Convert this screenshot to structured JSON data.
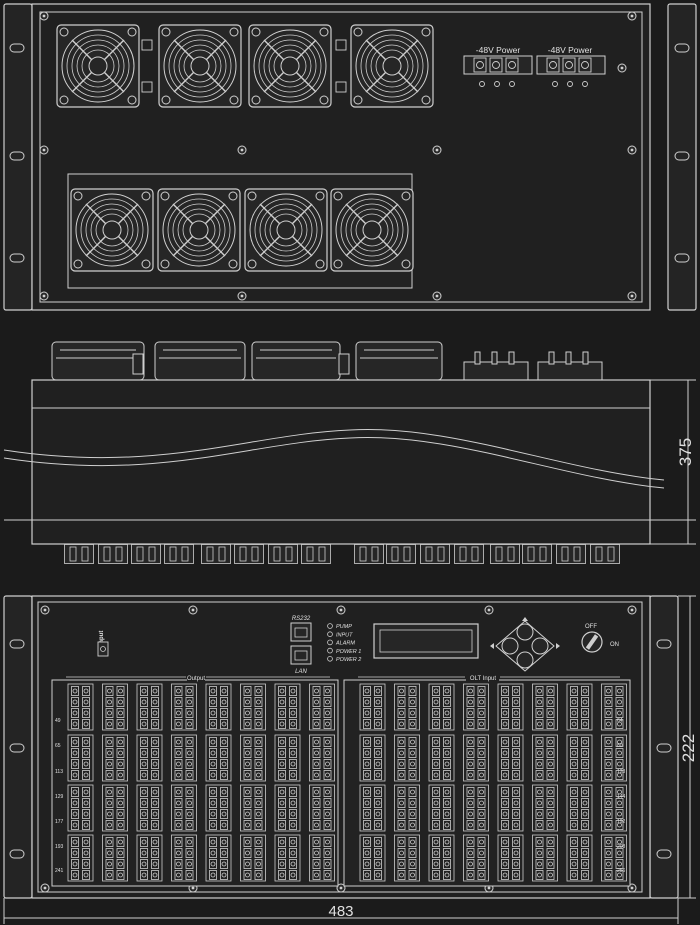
{
  "rear_view": {
    "power_label_1": "-48V Power",
    "power_label_2": "-48V Power"
  },
  "side_view": {
    "depth_dimension": "375"
  },
  "front_view": {
    "input_label": "Input",
    "rs232_label": "RS232",
    "lan_label": "LAN",
    "indicators": [
      "PUMP",
      "INPUT",
      "ALARM",
      "POWER 1",
      "POWER 2"
    ],
    "output_label": "Output",
    "olt_input_label": "OLT Input",
    "key_off": "OFF",
    "key_on": "ON",
    "left_row_numbers": [
      "49",
      "65",
      "113",
      "129",
      "177",
      "193",
      "241"
    ],
    "right_row_numbers": [
      "64",
      "80",
      "128",
      "144",
      "192",
      "208",
      "256"
    ],
    "height_dimension": "222",
    "width_dimension": "483"
  }
}
